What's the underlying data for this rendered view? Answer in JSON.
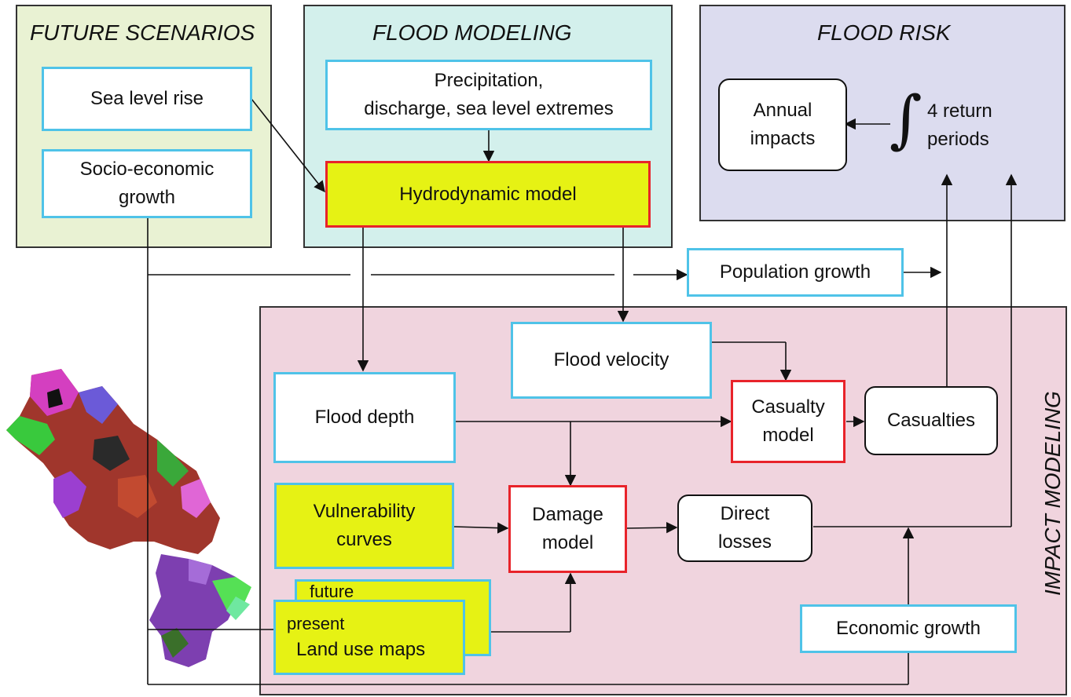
{
  "panels": {
    "future_scenarios": {
      "title": "FUTURE SCENARIOS",
      "color": "#e9f2d3"
    },
    "flood_modeling": {
      "title": "FLOOD MODELING",
      "color": "#d3f0ec"
    },
    "flood_risk": {
      "title": "FLOOD RISK",
      "color": "#dcdcef"
    },
    "impact_modeling": {
      "title": "IMPACT MODELING",
      "color": "#f0d4de"
    }
  },
  "boxes": {
    "sea_level_rise": "Sea level rise",
    "socio_economic_growth": "Socio-economic\ngrowth",
    "precipitation": "Precipitation,\ndischarge, sea level extremes",
    "hydrodynamic_model": "Hydrodynamic model",
    "annual_impacts": "Annual\nimpacts",
    "return_periods": "4 return\nperiods",
    "population_growth": "Population growth",
    "flood_velocity": "Flood velocity",
    "flood_depth": "Flood depth",
    "casualty_model": "Casualty\nmodel",
    "casualties": "Casualties",
    "vulnerability_curves": "Vulnerability\ncurves",
    "damage_model": "Damage\nmodel",
    "direct_losses": "Direct\nlosses",
    "land_use_future": "future",
    "land_use_present": "present",
    "land_use_maps": "Land use maps",
    "economic_growth": "Economic growth"
  },
  "symbols": {
    "integral": "∫"
  },
  "colors": {
    "cyan_border": "#4fc3e8",
    "red_border": "#e8232a",
    "yellow_fill": "#e6f214"
  }
}
